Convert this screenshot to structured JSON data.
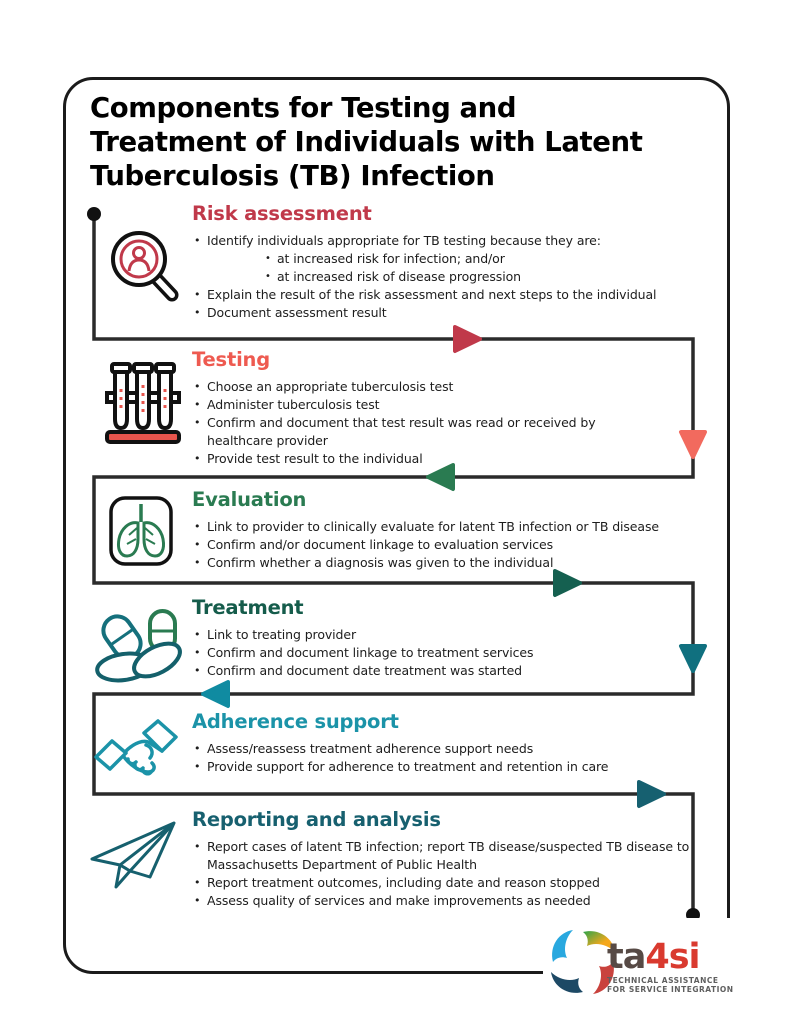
{
  "title": {
    "lines": [
      "Components for Testing and",
      "Treatment of Individuals with Latent",
      "Tuberculosis (TB) Infection"
    ]
  },
  "sections": [
    {
      "title": "Risk assessment",
      "color": "#c0394a",
      "icon": "magnifier-person-icon",
      "bullets": [
        {
          "text": "Identify individuals appropriate for TB testing because they are:",
          "sub": [
            "at increased risk for infection; and/or",
            "at increased risk of disease progression"
          ]
        },
        {
          "text": "Explain the result of the risk assessment and next steps to the individual"
        },
        {
          "text": "Document assessment result"
        }
      ]
    },
    {
      "title": "Testing",
      "color": "#ee5a50",
      "icon": "test-tubes-icon",
      "bullets": [
        {
          "text": "Choose an appropriate tuberculosis test"
        },
        {
          "text": "Administer tuberculosis test"
        },
        {
          "text": "Confirm and document that test result was read or received by healthcare provider"
        },
        {
          "text": "Provide test result to the individual"
        }
      ]
    },
    {
      "title": "Evaluation",
      "color": "#2a7b51",
      "icon": "lungs-icon",
      "bullets": [
        {
          "text": "Link to provider to clinically evaluate for latent TB infection or TB disease"
        },
        {
          "text": "Confirm and/or document linkage to evaluation services"
        },
        {
          "text": "Confirm whether a diagnosis was given to the individual"
        }
      ]
    },
    {
      "title": "Treatment",
      "color": "#155c4b",
      "icon": "pills-icon",
      "bullets": [
        {
          "text": "Link to treating provider"
        },
        {
          "text": "Confirm and document linkage to treatment services"
        },
        {
          "text": "Confirm and document date treatment was started"
        }
      ]
    },
    {
      "title": "Adherence support",
      "color": "#1b93a8",
      "icon": "handshake-icon",
      "bullets": [
        {
          "text": "Assess/reassess treatment adherence support needs"
        },
        {
          "text": "Provide support for adherence to treatment and retention in care"
        }
      ]
    },
    {
      "title": "Reporting and analysis",
      "color": "#17606f",
      "icon": "paper-plane-icon",
      "bullets": [
        {
          "text": "Report cases of latent TB infection; report TB disease/suspected TB disease to Massachusetts Department of Public Health"
        },
        {
          "text": "Report treatment outcomes, including date and reason stopped"
        },
        {
          "text": "Assess quality of services and make improvements as needed"
        }
      ]
    }
  ],
  "connector": {
    "line_color": "#2b2b2b",
    "arrows": [
      {
        "direction": "right",
        "color": "#c0394a"
      },
      {
        "direction": "down",
        "color": "#f26a5e"
      },
      {
        "direction": "left",
        "color": "#2a7b51"
      },
      {
        "direction": "right",
        "color": "#156050"
      },
      {
        "direction": "down",
        "color": "#10707f"
      },
      {
        "direction": "left",
        "color": "#108ba1"
      },
      {
        "direction": "right",
        "color": "#166070"
      }
    ]
  },
  "logo": {
    "brand_prefix": "ta",
    "brand_accent": "4si",
    "tagline_line1": "TECHNICAL ASSISTANCE",
    "tagline_line2": "FOR SERVICE INTEGRATION"
  }
}
